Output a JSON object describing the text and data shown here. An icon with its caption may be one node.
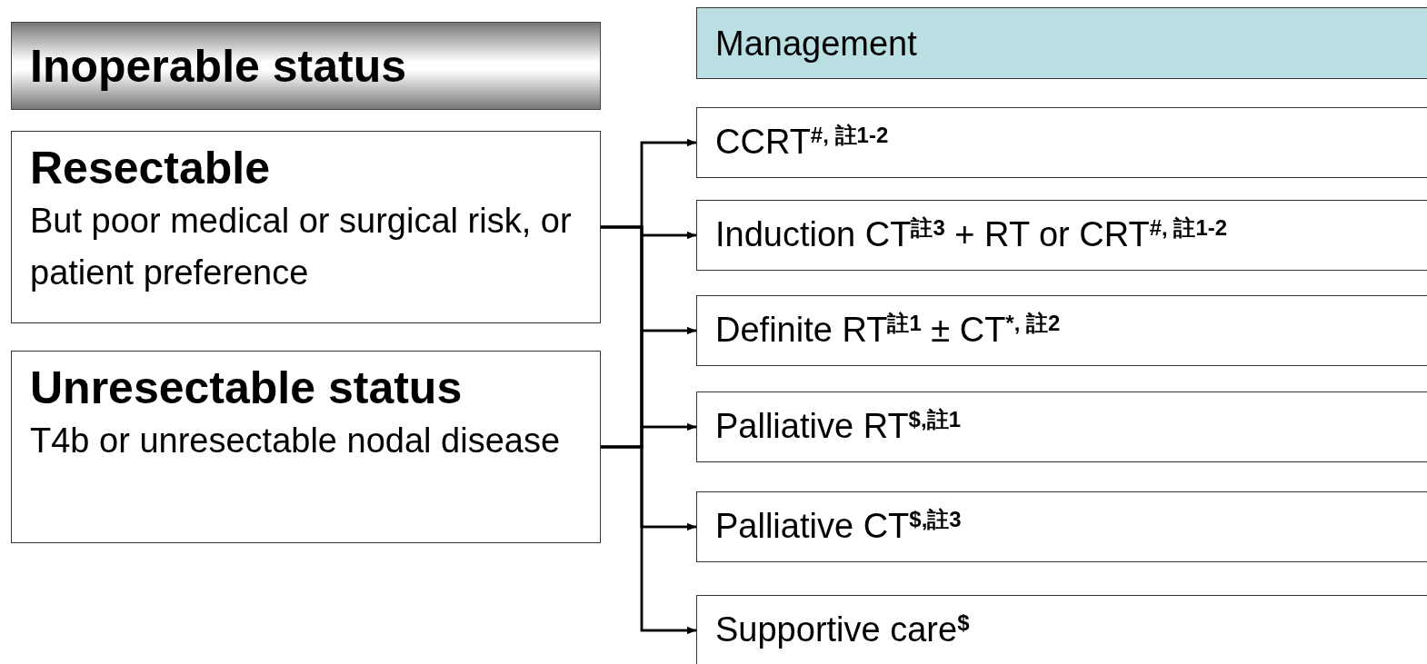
{
  "diagram": {
    "nodes": [
      {
        "text": [
          "Inoperable status"
        ]
      },
      {
        "text": [
          "Resectable",
          "But poor medical or surgical risk, or patient preference"
        ]
      },
      {
        "text": [
          "Unresectable status",
          "T4b or unresectable nodal disease"
        ]
      },
      {
        "text": [
          "Management"
        ]
      },
      {
        "text": [
          "CCRT$^{#, 註1-2}$"
        ]
      },
      {
        "text": [
          "Induction CT$^{註3}$ + RT or CRT$^{#, 註1-2}$"
        ]
      },
      {
        "text": [
          "Definite RT$^{註1}$ ± CT$^{*, 註2}$"
        ]
      },
      {
        "text": [
          "Palliative RT$^{$,註1}$"
        ]
      },
      {
        "text": [
          "Palliative CT$^{$,註3}$"
        ]
      },
      {
        "text": [
          "Supportive care$^{$}$"
        ]
      }
    ],
    "edges": [
      {
        "from": 1,
        "to": 4,
        "arrow": "to"
      },
      {
        "from": 1,
        "to": 5,
        "arrow": "to"
      },
      {
        "from": 1,
        "to": 6,
        "arrow": "to"
      },
      {
        "from": 1,
        "to": 7,
        "arrow": "to"
      },
      {
        "from": 1,
        "to": 8,
        "arrow": "to"
      },
      {
        "from": 1,
        "to": 9,
        "arrow": "to"
      },
      {
        "from": 2,
        "to": 4,
        "arrow": "to"
      },
      {
        "from": 2,
        "to": 5,
        "arrow": "to"
      },
      {
        "from": 2,
        "to": 6,
        "arrow": "to"
      },
      {
        "from": 2,
        "to": 7,
        "arrow": "to"
      },
      {
        "from": 2,
        "to": 8,
        "arrow": "to"
      },
      {
        "from": 2,
        "to": 9,
        "arrow": "to"
      }
    ]
  }
}
